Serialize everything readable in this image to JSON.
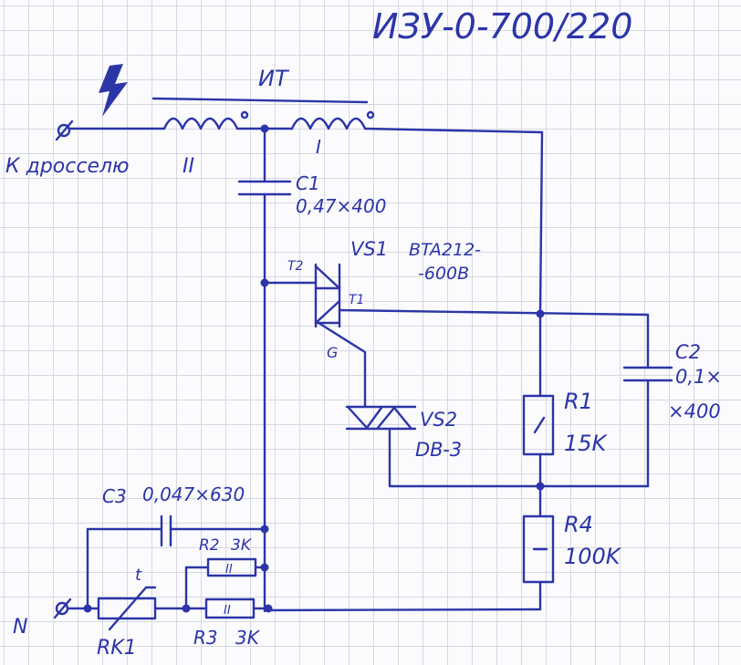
{
  "title": "ИЗУ-0-700/220",
  "transformer": {
    "label": "ИТ",
    "winding_1": "I",
    "winding_2": "II"
  },
  "terminals": {
    "choke": "К дросселю",
    "neutral": "N"
  },
  "c1": {
    "ref": "C1",
    "value": "0,47×400"
  },
  "vs1": {
    "ref": "VS1",
    "part_line1": "BTA212-",
    "part_line2": "-600B",
    "pin_t1": "T1",
    "pin_t2": "T2",
    "pin_g": "G"
  },
  "vs2": {
    "ref": "VS2",
    "part": "DB-3"
  },
  "c2": {
    "ref": "C2",
    "value_line1": "0,1×",
    "value_line2": "×400"
  },
  "r1": {
    "ref": "R1",
    "value": "15K"
  },
  "r4": {
    "ref": "R4",
    "value": "100K"
  },
  "c3": {
    "ref": "C3",
    "value": "0,047×630"
  },
  "r2": {
    "ref": "R2",
    "value": "3K",
    "mark": "II"
  },
  "r3": {
    "ref": "R3",
    "value": "3K",
    "mark": "II"
  },
  "rk1": {
    "ref": "RK1",
    "mark": "t"
  }
}
